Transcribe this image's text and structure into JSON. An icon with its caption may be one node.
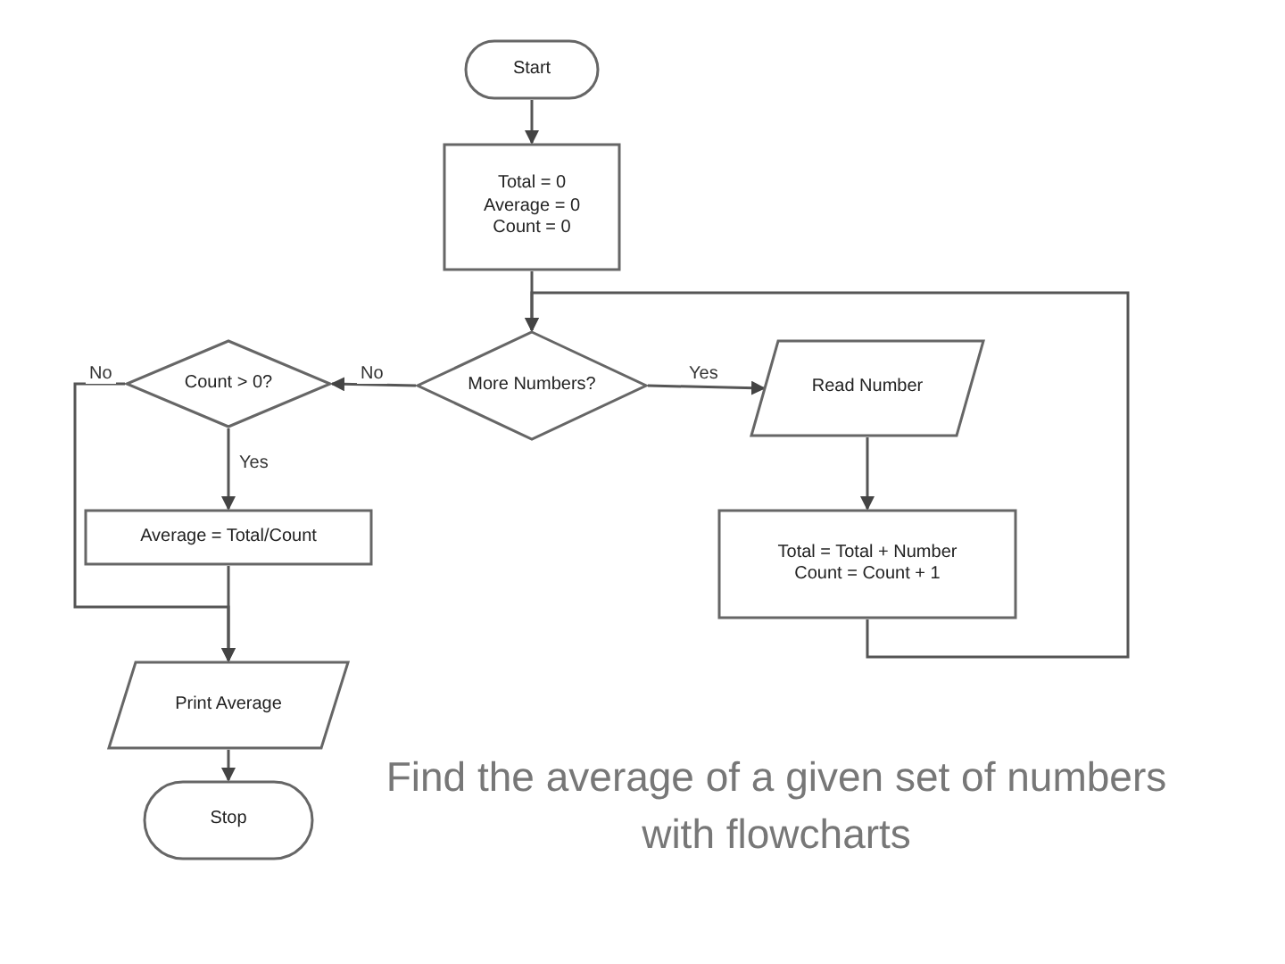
{
  "diagram": {
    "caption": "Find the average of a given set of numbers with flowcharts",
    "nodes": [
      {
        "text": [
          "Start"
        ]
      },
      {
        "text": [
          "Total = 0",
          "Average = 0",
          "Count = 0"
        ]
      },
      {
        "text": [
          "More Numbers?"
        ]
      },
      {
        "text": [
          "Count > 0?"
        ]
      },
      {
        "text": [
          "Read Number"
        ]
      },
      {
        "text": [
          "Total = Total + Number",
          "Count = Count + 1"
        ]
      },
      {
        "text": [
          "Average = Total/Count"
        ]
      },
      {
        "text": [
          "Print Average"
        ]
      },
      {
        "text": [
          "Stop"
        ]
      }
    ],
    "edges": [
      {
        "from": 0,
        "to": 1,
        "arrow": "to"
      },
      {
        "from": 1,
        "to": 2,
        "arrow": "to"
      },
      {
        "from": 2,
        "to": 3,
        "arrow": "to",
        "label": "No"
      },
      {
        "from": 2,
        "to": 4,
        "arrow": "to",
        "label": "Yes"
      },
      {
        "from": 4,
        "to": 5,
        "arrow": "to"
      },
      {
        "from": 5,
        "to": 2,
        "arrow": "to"
      },
      {
        "from": 3,
        "to": 6,
        "arrow": "to",
        "label": "Yes"
      },
      {
        "from": 3,
        "to": 7,
        "arrow": "to",
        "label": "No"
      },
      {
        "from": 6,
        "to": 7,
        "arrow": "to"
      },
      {
        "from": 7,
        "to": 8,
        "arrow": "to"
      }
    ]
  }
}
